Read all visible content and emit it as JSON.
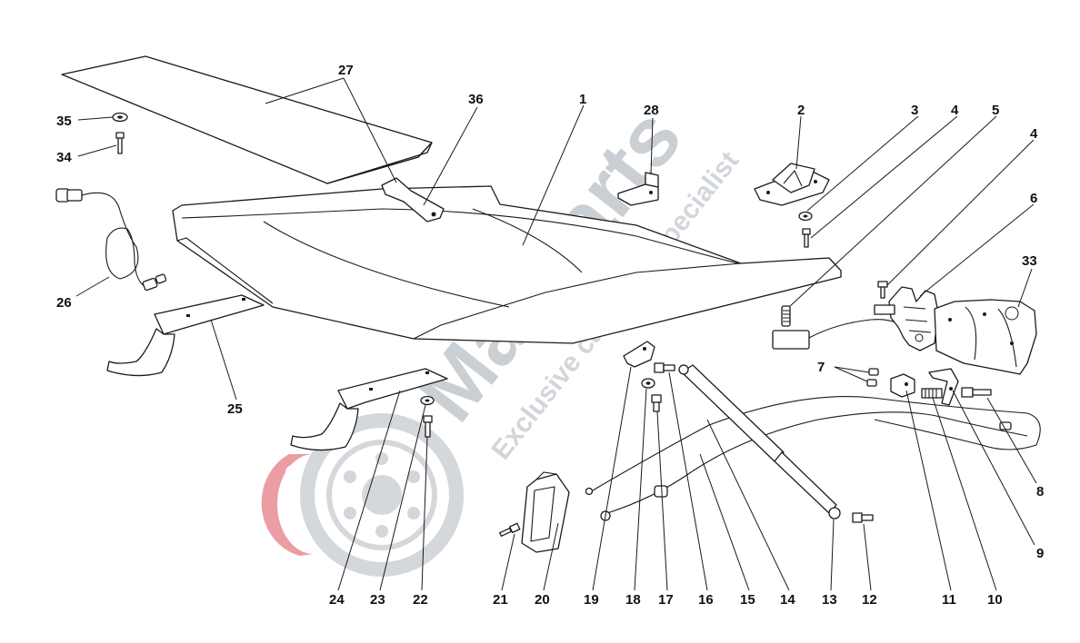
{
  "diagram": {
    "watermark": {
      "brand": "Masparts",
      "tagline": "Exclusive car Parts specialist",
      "brand_color": "#b9bfc6",
      "logo_accent": "#e57b85"
    },
    "callouts": {
      "c1": "1",
      "c2": "2",
      "c3": "3",
      "c4a": "4",
      "c4b": "4",
      "c5": "5",
      "c6": "6",
      "c7": "7",
      "c8": "8",
      "c9": "9",
      "c10": "10",
      "c11": "11",
      "c12": "12",
      "c13": "13",
      "c14": "14",
      "c15": "15",
      "c16": "16",
      "c17": "17",
      "c18": "18",
      "c19": "19",
      "c20": "20",
      "c21": "21",
      "c22": "22",
      "c23": "23",
      "c24": "24",
      "c25": "25",
      "c26": "26",
      "c27": "27",
      "c28": "28",
      "c33": "33",
      "c34": "34",
      "c35": "35",
      "c36": "36"
    }
  }
}
